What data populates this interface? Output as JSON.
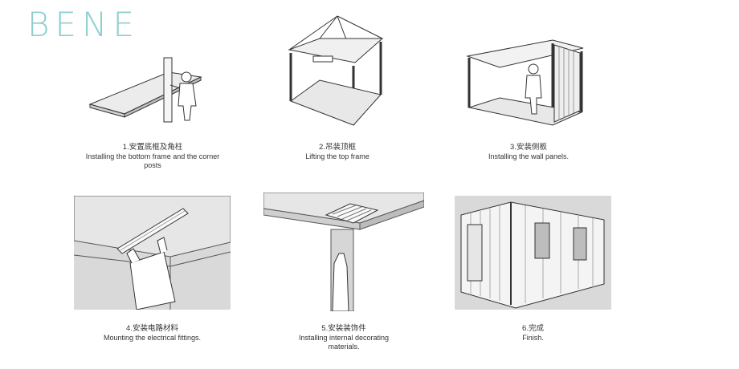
{
  "brand": {
    "logo_text": "BENE"
  },
  "steps": [
    {
      "cn": "1.安置底框及角柱",
      "en": "Installing the bottom frame and the corner posts"
    },
    {
      "cn": "2.吊装顶框",
      "en": "Lifting the top frame"
    },
    {
      "cn": "3.安装侧板",
      "en": "Installing the wall panels."
    },
    {
      "cn": "4.安装电路材料",
      "en": "Mounting the electrical fittings."
    },
    {
      "cn": "5.安装装饰件",
      "en": "Installing internal decorating materials."
    },
    {
      "cn": "6.完成",
      "en": "Finish."
    }
  ],
  "colors": {
    "logo": "#8fcfd0",
    "panel_bg": "#d9d9d9",
    "line": "#333333"
  }
}
